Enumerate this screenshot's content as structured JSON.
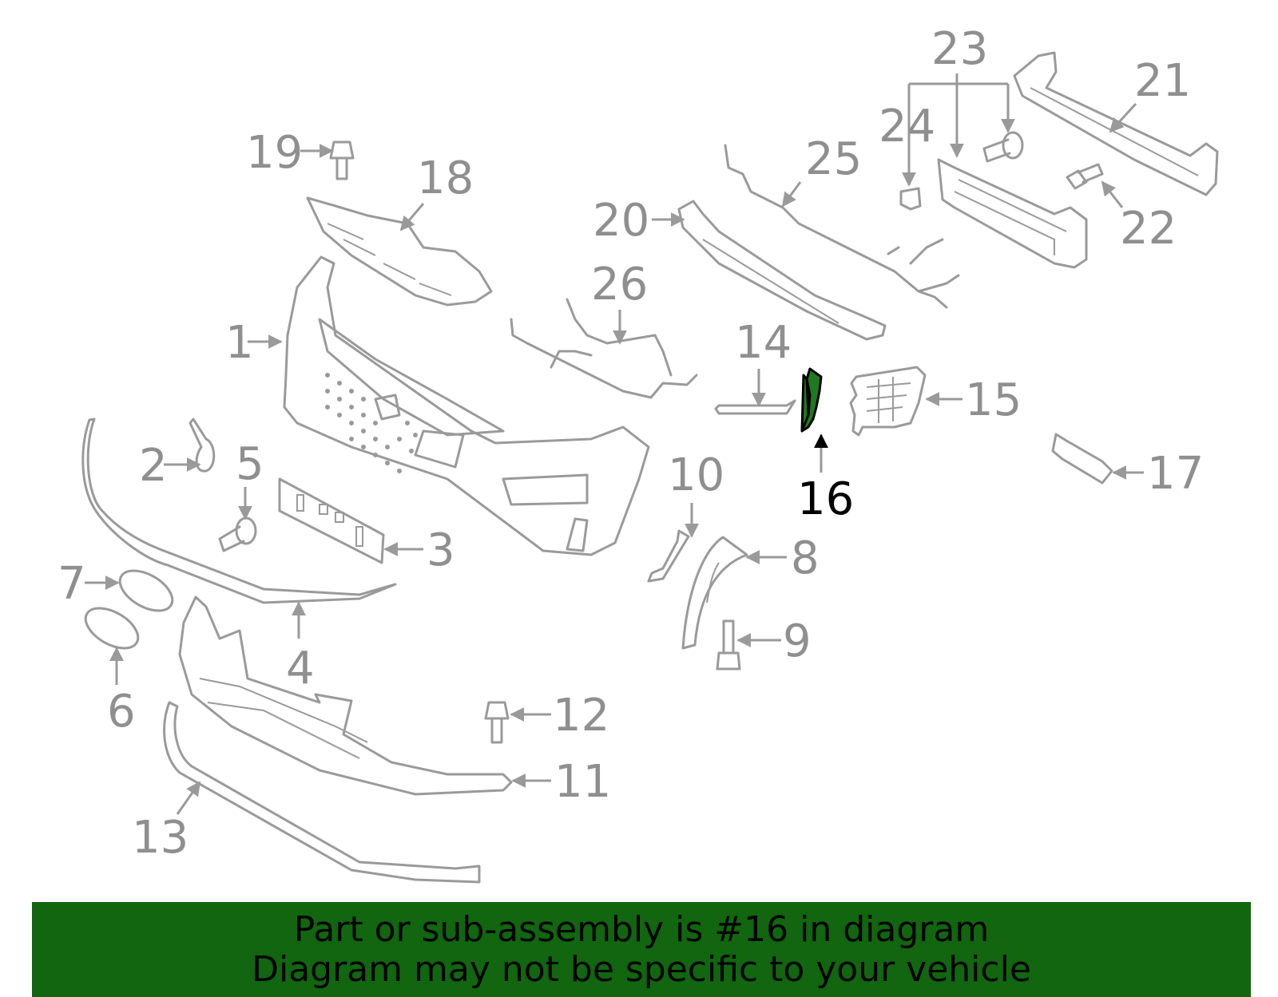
{
  "banner": {
    "line1": "Part or sub-assembly is #16 in diagram",
    "line2": "Diagram may not be specific to your vehicle"
  },
  "highlight_color": "#11660f",
  "highlighted_callout": "16",
  "callouts": [
    "1",
    "2",
    "3",
    "4",
    "5",
    "6",
    "7",
    "8",
    "9",
    "10",
    "11",
    "12",
    "13",
    "14",
    "15",
    "16",
    "17",
    "18",
    "19",
    "20",
    "21",
    "22",
    "23",
    "24",
    "25",
    "26"
  ]
}
